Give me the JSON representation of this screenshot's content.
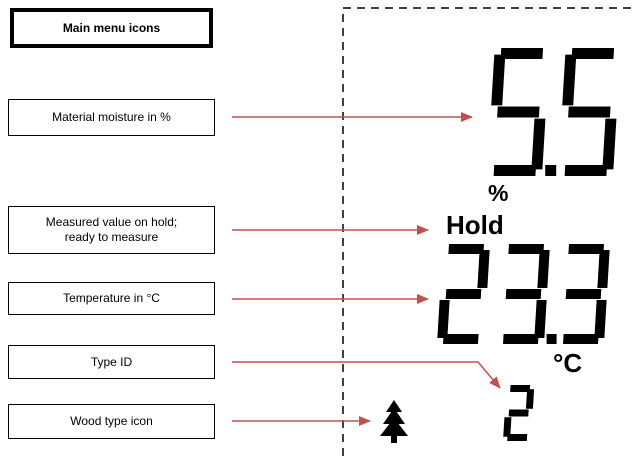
{
  "header": {
    "title": "Main menu icons"
  },
  "labels": [
    {
      "id": "material-moisture",
      "text": "Material moisture in %"
    },
    {
      "id": "measured-value-hold",
      "text": "Measured value on hold;\nready to measure"
    },
    {
      "id": "temperature",
      "text": "Temperature in °C"
    },
    {
      "id": "type-id",
      "text": "Type ID"
    },
    {
      "id": "wood-type",
      "text": "Wood type icon"
    }
  ],
  "display": {
    "moisture": {
      "digits": [
        "5",
        "5"
      ],
      "decimal_after": 0,
      "unit": "%"
    },
    "hold": "Hold",
    "temperature": {
      "digits": [
        "2",
        "3",
        "3"
      ],
      "decimal_after": 1,
      "unit": "°C"
    },
    "type_id": {
      "digits": [
        "2"
      ]
    },
    "icons": [
      "tree-icon"
    ]
  },
  "colors": {
    "arrow": "#c0504d",
    "text": "#000000",
    "border_dashed": "#000000"
  }
}
